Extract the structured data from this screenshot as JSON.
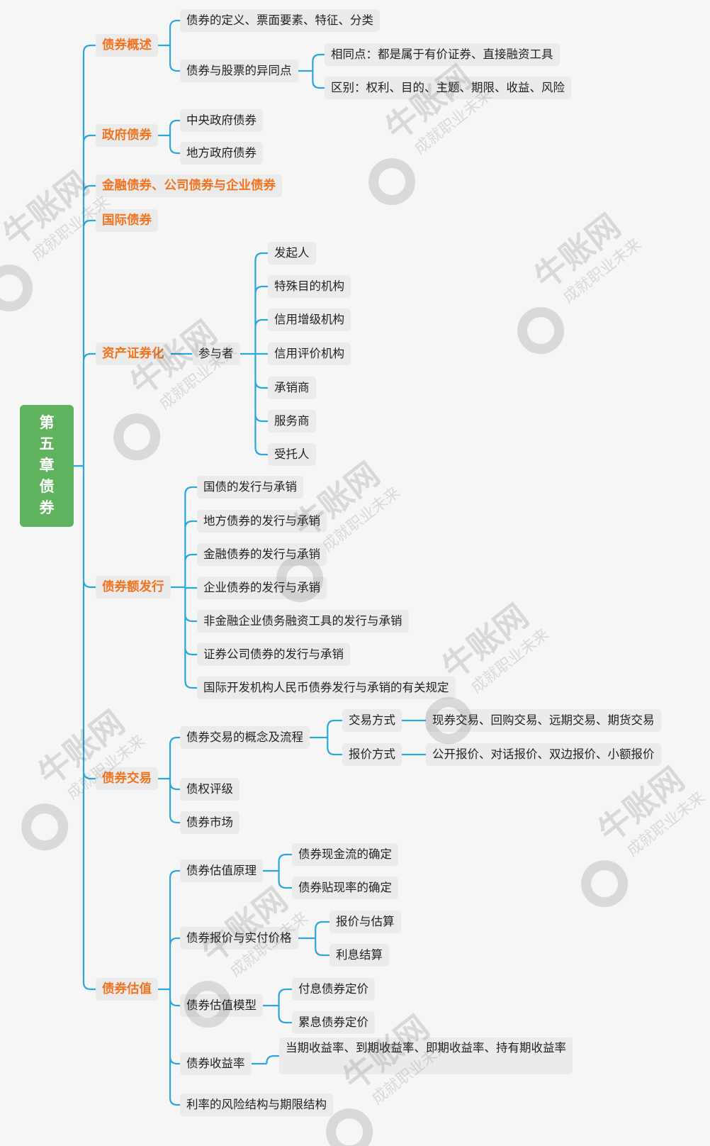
{
  "root": "第五章债券",
  "branches": [
    {
      "label": "债券概述",
      "children": [
        {
          "label": "债券的定义、票面要素、特征、分类"
        },
        {
          "label": "债券与股票的异同点",
          "children": [
            {
              "label": "相同点：都是属于有价证券、直接融资工具"
            },
            {
              "label": "区别：权利、目的、主题、期限、收益、风险"
            }
          ]
        }
      ]
    },
    {
      "label": "政府债券",
      "children": [
        {
          "label": "中央政府债券"
        },
        {
          "label": "地方政府债券"
        }
      ]
    },
    {
      "label": "金融债券、公司债券与企业债券"
    },
    {
      "label": "国际债券"
    },
    {
      "label": "资产证券化",
      "children": [
        {
          "label": "参与者",
          "children": [
            {
              "label": "发起人"
            },
            {
              "label": "特殊目的机构"
            },
            {
              "label": "信用增级机构"
            },
            {
              "label": "信用评价机构"
            },
            {
              "label": "承销商"
            },
            {
              "label": "服务商"
            },
            {
              "label": "受托人"
            }
          ]
        }
      ]
    },
    {
      "label": "债券额发行",
      "children": [
        {
          "label": "国债的发行与承销"
        },
        {
          "label": "地方债券的发行与承销"
        },
        {
          "label": "金融债券的发行与承销"
        },
        {
          "label": "企业债券的发行与承销"
        },
        {
          "label": "非金融企业债务融资工具的发行与承销"
        },
        {
          "label": "证券公司债券的发行与承销"
        },
        {
          "label": "国际开发机构人民币债券发行与承销的有关规定"
        }
      ]
    },
    {
      "label": "债券交易",
      "children": [
        {
          "label": "债券交易的概念及流程",
          "children": [
            {
              "label": "交易方式",
              "children": [
                {
                  "label": "现券交易、回购交易、远期交易、期货交易"
                }
              ]
            },
            {
              "label": "报价方式",
              "children": [
                {
                  "label": "公开报价、对话报价、双边报价、小额报价"
                }
              ]
            }
          ]
        },
        {
          "label": "债权评级"
        },
        {
          "label": "债券市场"
        }
      ]
    },
    {
      "label": "债券估值",
      "children": [
        {
          "label": "债券估值原理",
          "children": [
            {
              "label": "债券现金流的确定"
            },
            {
              "label": "债券贴现率的确定"
            }
          ]
        },
        {
          "label": "债券报价与实付价格",
          "children": [
            {
              "label": "报价与估算"
            },
            {
              "label": "利息结算"
            }
          ]
        },
        {
          "label": "债券估值模型",
          "children": [
            {
              "label": "付息债券定价"
            },
            {
              "label": "累息债券定价"
            }
          ]
        },
        {
          "label": "债券收益率",
          "children": [
            {
              "label": "当期收益率、到期收益率、即期收益率、持有期收益率"
            }
          ]
        },
        {
          "label": "利率的风险结构与期限结构"
        }
      ]
    }
  ],
  "watermark": {
    "brand": "牛账网",
    "slogan": "成就职业未来"
  },
  "colors": {
    "root_bg": "#5fb35e",
    "branch_text": "#f27421",
    "line": "#2ca6e0",
    "node_bg": "#ebebeb"
  }
}
